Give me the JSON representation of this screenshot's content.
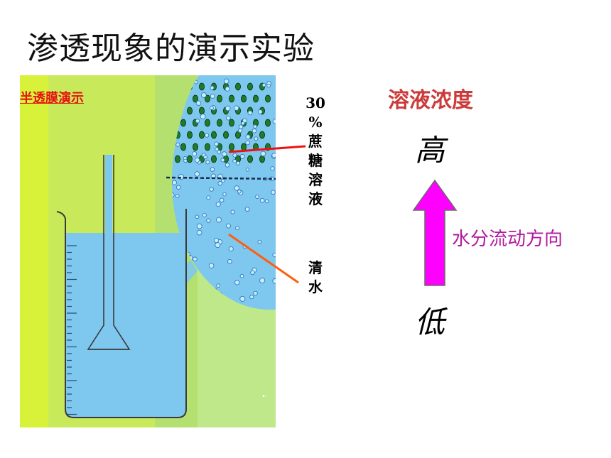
{
  "slide": {
    "title": "渗透现象的演示实验"
  },
  "figure": {
    "demo_label": "半透膜演示",
    "sucrose_label_chars": [
      "30",
      "%",
      "蔗",
      "糖",
      "溶",
      "液"
    ],
    "water_label_chars": [
      "清",
      "水"
    ]
  },
  "concentration": {
    "title": "溶液浓度",
    "high": "高",
    "low": "低",
    "flow_label": "水分流动方向"
  },
  "colors": {
    "title_red": "#cc3b3b",
    "arrow_magenta": "#ff00ff",
    "flow_text": "#b01aa0",
    "water_blue": "#7ec8f0",
    "background_green": "#ccff33"
  },
  "icons": {
    "arrow": "up-arrow-icon"
  }
}
